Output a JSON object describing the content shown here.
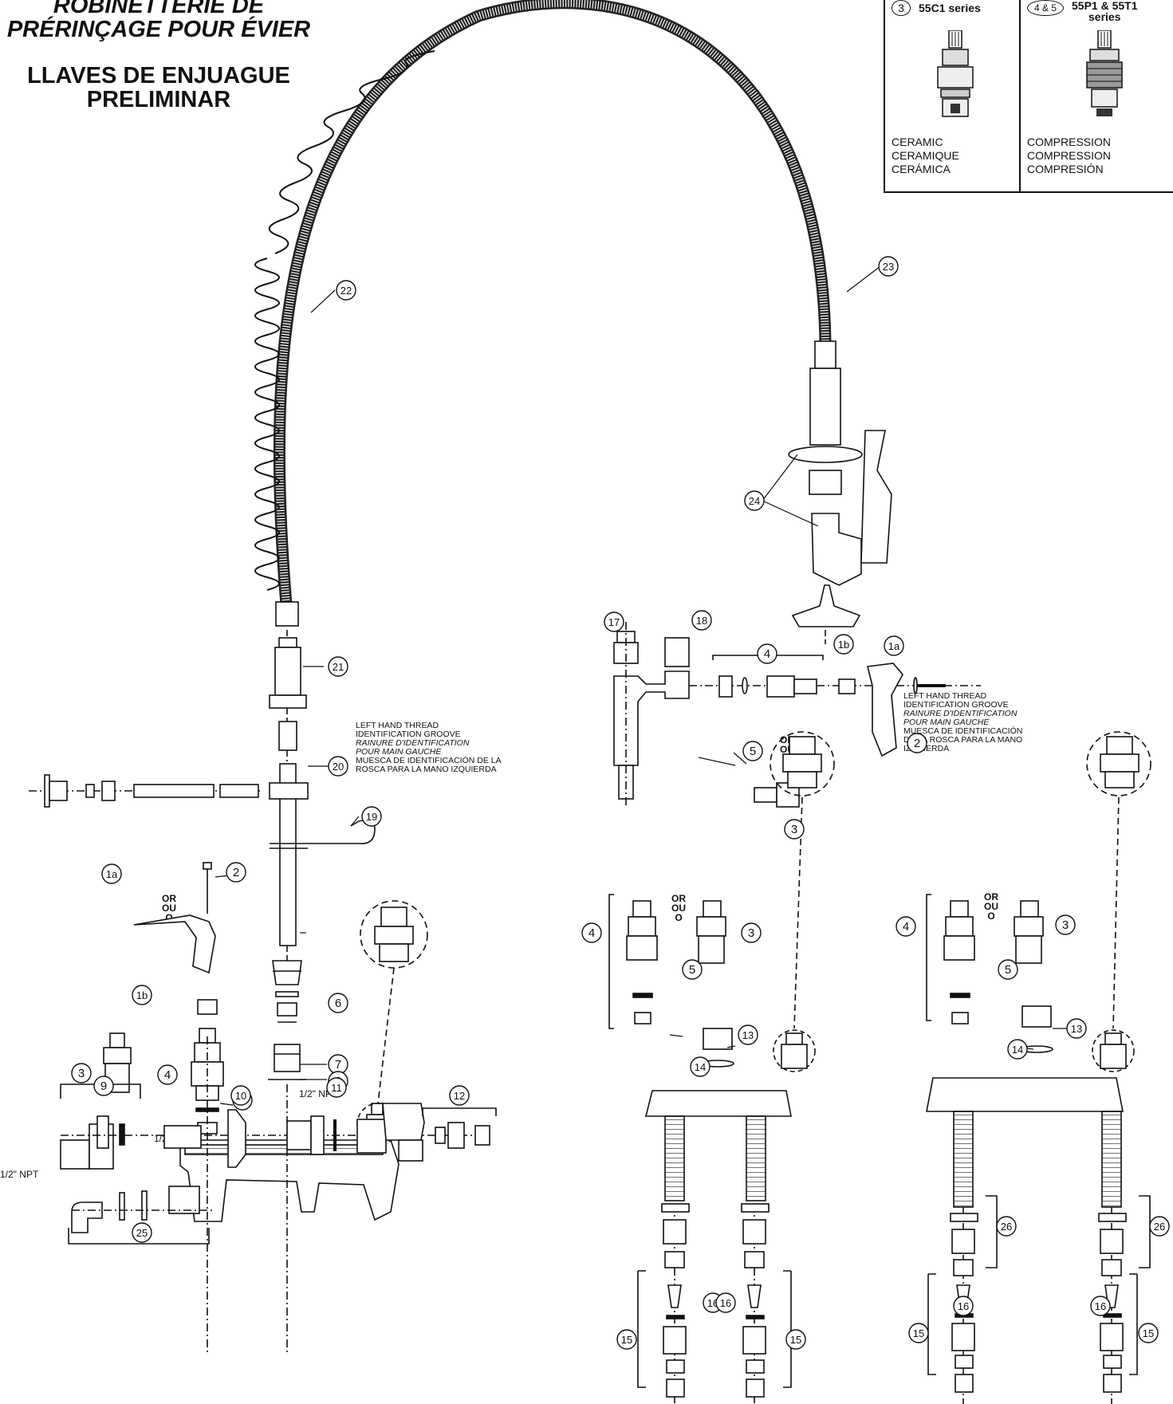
{
  "title": {
    "french": [
      "ROBINETTERIE DE",
      "PRÉRINÇAGE POUR ÉVIER"
    ],
    "spanish": [
      "LLAVES DE ENJUAGUE",
      "PRELIMINAR"
    ]
  },
  "legend": {
    "ceramic": {
      "callout": "3",
      "series": "55C1 series",
      "names": [
        "CERAMIC",
        "CERAMIQUE",
        "CERÁMICA"
      ]
    },
    "compression": {
      "callout": "4 & 5",
      "series": "55P1 & 55T1",
      "series2": "series",
      "names": [
        "COMPRESSION",
        "COMPRESSION",
        "COMPRESIÓN"
      ]
    }
  },
  "notes": {
    "left_hand_thread": [
      "LEFT HAND THREAD",
      "IDENTIFICATION GROOVE",
      "RAINURE D'IDENTIFICATION",
      "POUR MAIN GAUCHE",
      "MUESCA DE IDENTIFICACIÓN DE LA",
      "ROSCA PARA LA MANO IZQUIERDA"
    ],
    "left_hand_thread_right": [
      "LEFT HAND THREAD",
      "IDENTIFICATION GROOVE",
      "RAINURE D'IDENTIFICATION",
      "POUR MAIN GAUCHE",
      "MUESCA DE IDENTIFICACIÓN",
      "DE LA ROSCA PARA LA MANO",
      "IZQUIERDA"
    ],
    "or_text": [
      "OR",
      "OU",
      "O"
    ],
    "npt": "1/2\" NPT"
  },
  "callouts": [
    {
      "label": "22"
    },
    {
      "label": "23"
    },
    {
      "label": "24"
    },
    {
      "label": "17"
    },
    {
      "label": "18"
    },
    {
      "label": "4"
    },
    {
      "label": "1b"
    },
    {
      "label": "1a"
    },
    {
      "label": "5"
    },
    {
      "label": "2"
    },
    {
      "label": "3"
    },
    {
      "label": "21"
    },
    {
      "label": "20"
    },
    {
      "label": "19"
    },
    {
      "label": "1a"
    },
    {
      "label": "2"
    },
    {
      "label": "1b"
    },
    {
      "label": "3"
    },
    {
      "label": "4"
    },
    {
      "label": "5"
    },
    {
      "label": "6"
    },
    {
      "label": "7"
    },
    {
      "label": "8"
    },
    {
      "label": "9"
    },
    {
      "label": "10"
    },
    {
      "label": "11"
    },
    {
      "label": "12"
    },
    {
      "label": "25"
    },
    {
      "label": "4"
    },
    {
      "label": "3"
    },
    {
      "label": "5"
    },
    {
      "label": "13"
    },
    {
      "label": "14"
    },
    {
      "label": "4"
    },
    {
      "label": "3"
    },
    {
      "label": "5"
    },
    {
      "label": "13"
    },
    {
      "label": "14"
    },
    {
      "label": "26"
    },
    {
      "label": "26"
    },
    {
      "label": "16"
    },
    {
      "label": "16"
    },
    {
      "label": "16"
    },
    {
      "label": "16"
    },
    {
      "label": "15"
    },
    {
      "label": "15"
    },
    {
      "label": "15"
    },
    {
      "label": "15"
    }
  ]
}
